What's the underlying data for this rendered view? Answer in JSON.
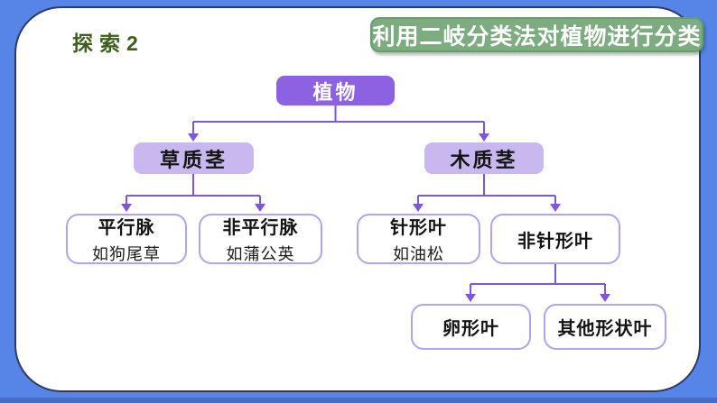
{
  "header": {
    "badge": "探索2",
    "title": "利用二岐分类法对植物进行分类"
  },
  "tree": {
    "root": {
      "label": "植物"
    },
    "herbaceous_stem": {
      "label": "草质茎"
    },
    "woody_stem": {
      "label": "木质茎"
    },
    "parallel_vein": {
      "title": "平行脉",
      "example": "如狗尾草"
    },
    "non_parallel_vein": {
      "title": "非平行脉",
      "example": "如蒲公英"
    },
    "needle_leaf": {
      "title": "针形叶",
      "example": "如油松"
    },
    "non_needle_leaf": {
      "title": "非针形叶"
    },
    "oval_leaf": {
      "label": "卵形叶"
    },
    "other_shape_leaf": {
      "label": "其他形状叶"
    }
  },
  "colors": {
    "frame_blue": "#5684E7",
    "frame_blue_dark": "#466FC4",
    "panel_outline": "#2F3A5E",
    "banner_green": "#7CAC80",
    "badge_green": "#3F5E1E",
    "node_purple": "#8C62E2",
    "node_light_purple": "#C9B7EF",
    "leaf_border_purple": "#B5A2E8",
    "connector_purple": "#7E57D8",
    "text_white": "#FFFFFF",
    "text_dark": "#141414"
  }
}
